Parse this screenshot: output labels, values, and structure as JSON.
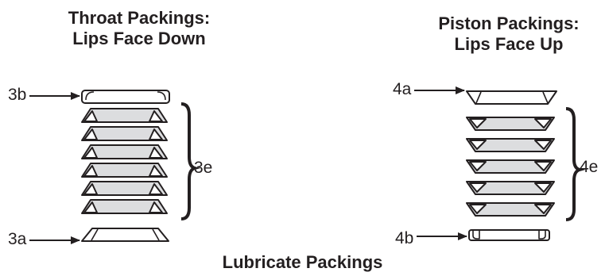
{
  "left": {
    "title_line1": "Throat Packings:",
    "title_line2": "Lips Face Down",
    "label_top": "3b",
    "label_group": "3e",
    "label_bottom": "3a"
  },
  "right": {
    "title_line1": "Piston Packings:",
    "title_line2": "Lips Face Up",
    "label_top": "4a",
    "label_group": "4e",
    "label_bottom": "4b"
  },
  "footer": "Lubricate Packings",
  "colors": {
    "stroke": "#231f20",
    "packing_fill": "#dcdddf",
    "background": "#ffffff"
  }
}
